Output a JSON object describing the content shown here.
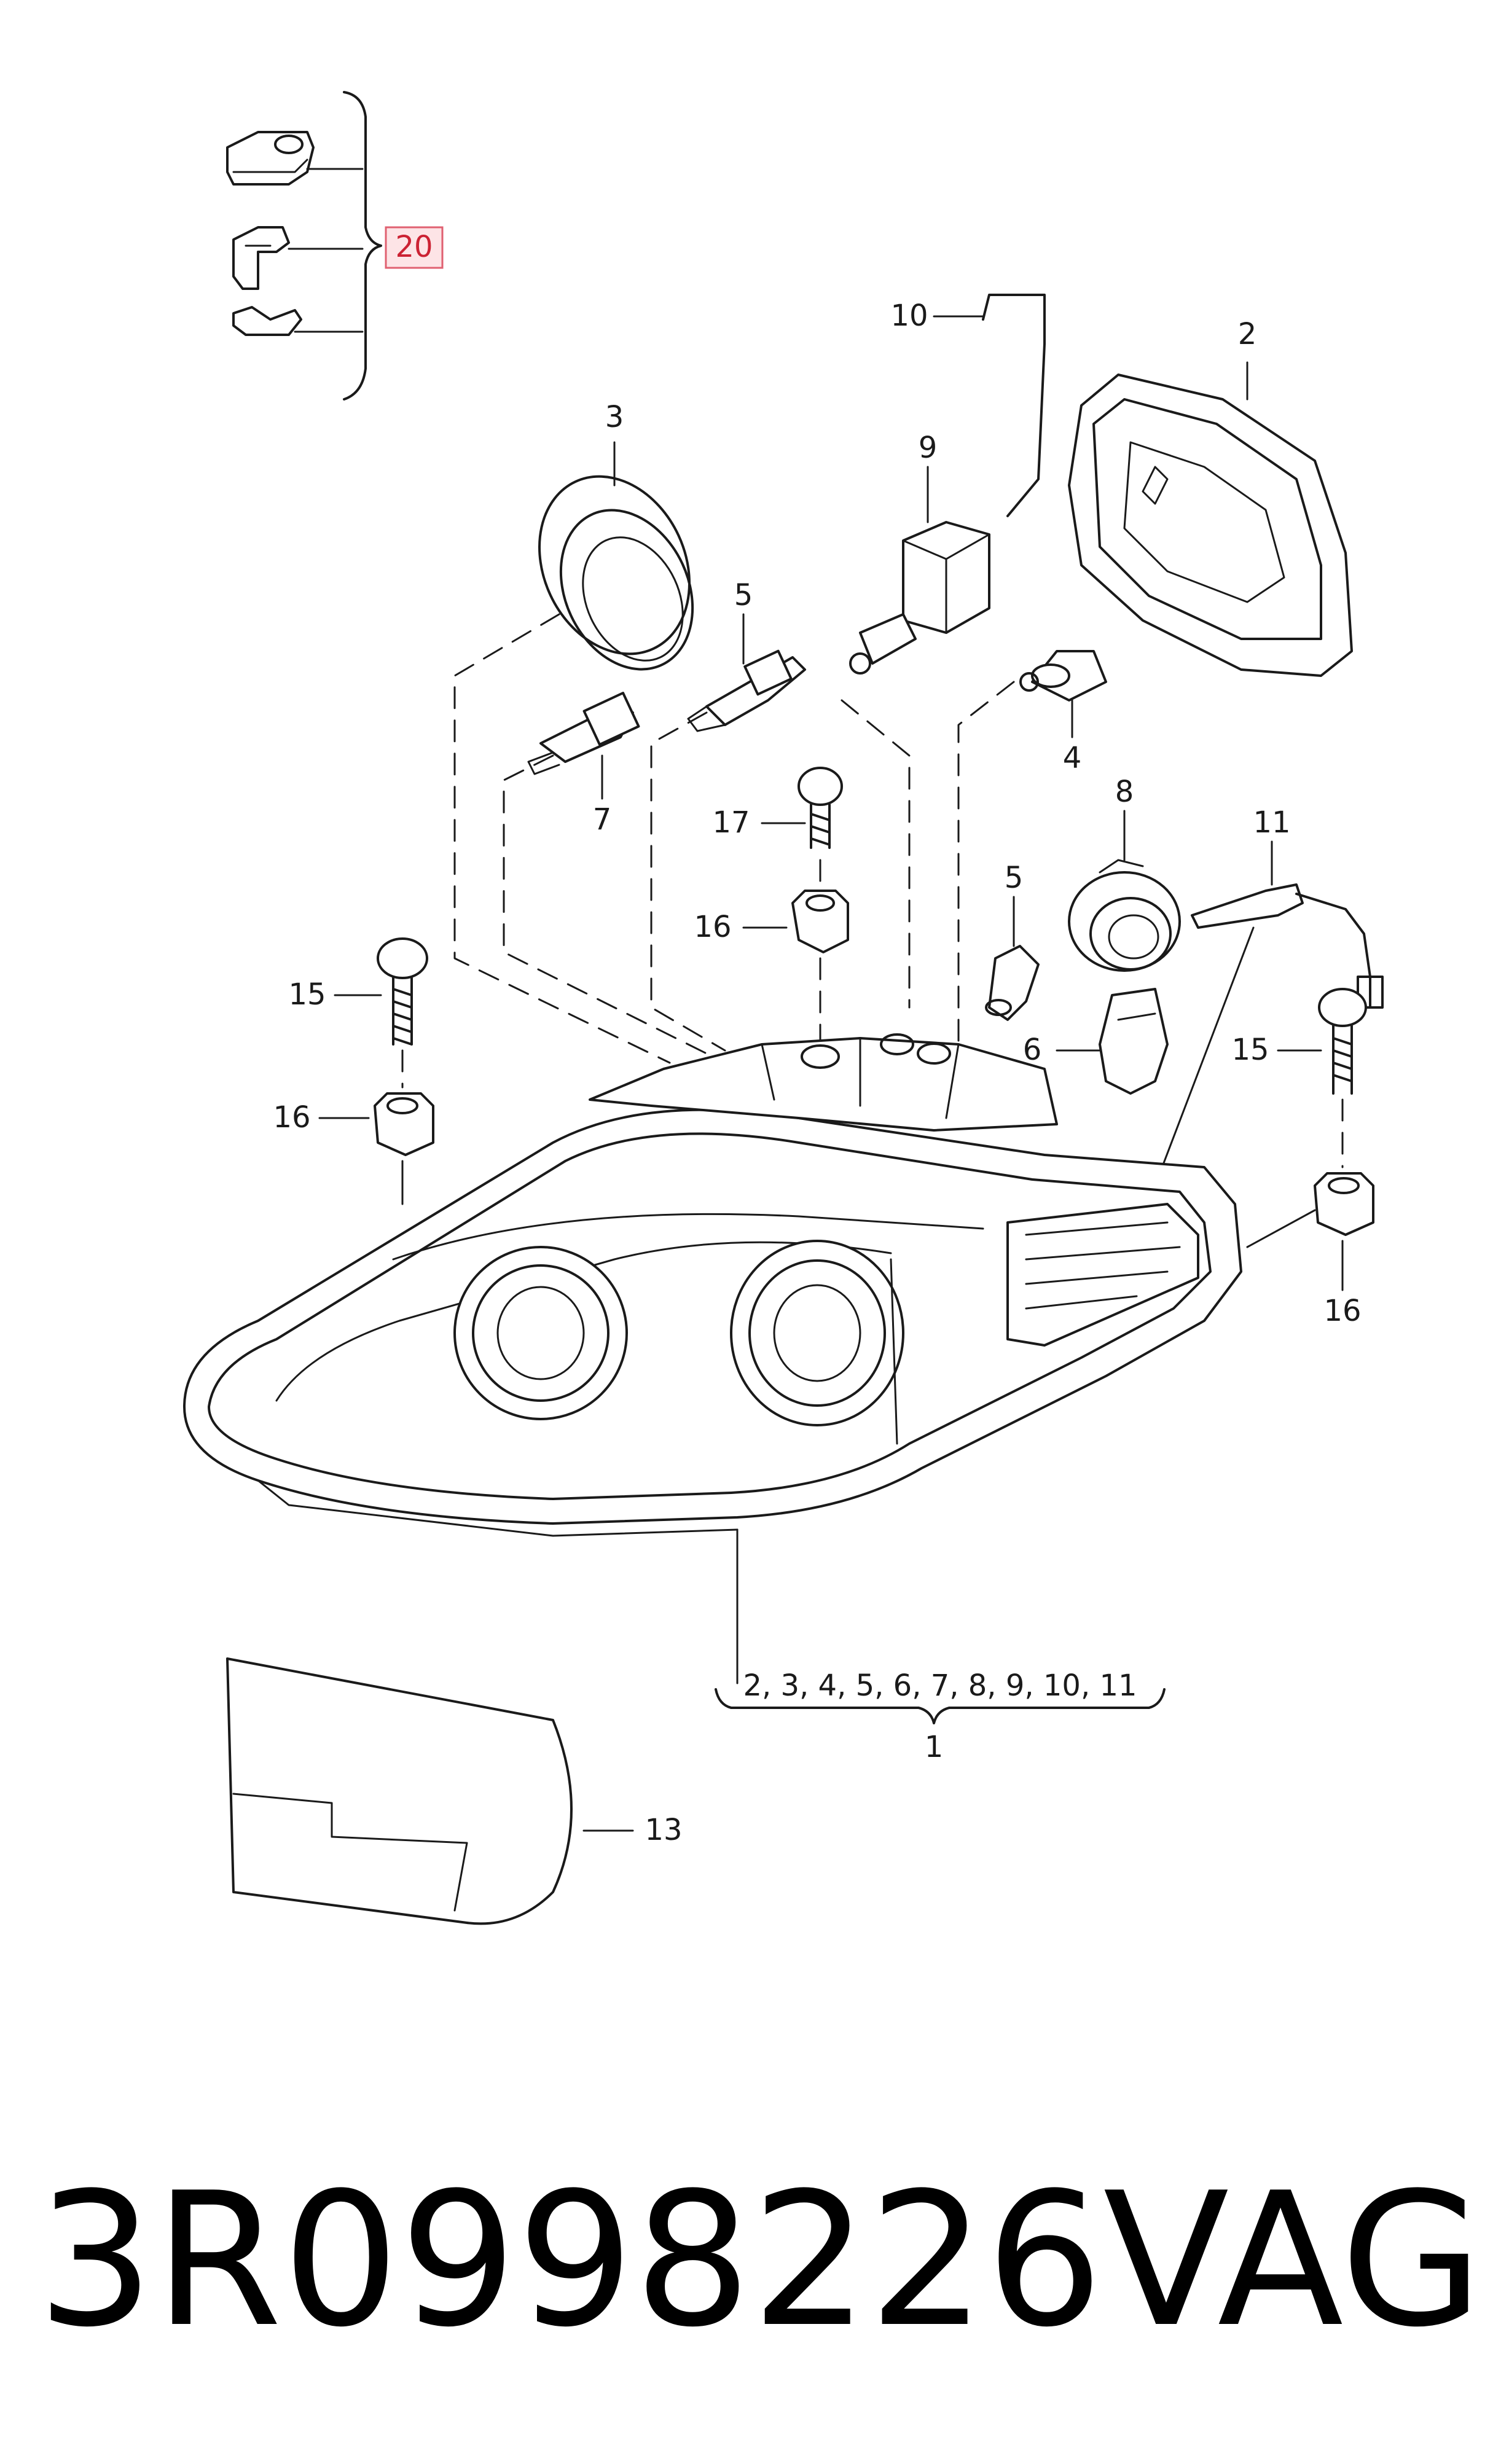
{
  "callouts": {
    "c1": "1",
    "c1_group": "2, 3, 4, 5, 6, 7, 8, 9, 10, 11",
    "c2": "2",
    "c3": "3",
    "c4": "4",
    "c5_top": "5",
    "c5_mid": "5",
    "c6": "6",
    "c7": "7",
    "c8": "8",
    "c9": "9",
    "c10": "10",
    "c11": "11",
    "c13": "13",
    "c15_left": "15",
    "c15_right": "15",
    "c16_left": "16",
    "c16_mid": "16",
    "c16_right": "16",
    "c17": "17",
    "c20": "20"
  },
  "caption": {
    "part_number": "3R0998226",
    "brand": "VAG"
  },
  "colors": {
    "line": "#1a1a1a",
    "highlight_fill": "#fde4e6",
    "highlight_stroke": "#e06070",
    "highlight_text": "#cc2233"
  }
}
